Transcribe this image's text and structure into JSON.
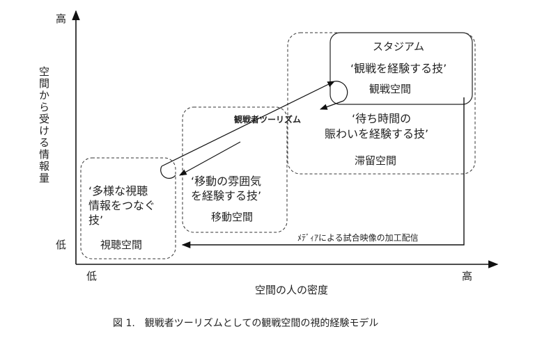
{
  "axes": {
    "y_high": "高",
    "y_low": "低",
    "y_label": "空間から受ける情報量",
    "x_low": "低",
    "x_high": "高",
    "x_label": "空間の人の密度"
  },
  "zones": {
    "viewing": {
      "skill_lines": [
        "‘多様な視聴",
        "情報をつなぐ",
        "技’"
      ],
      "space": "視聴空間"
    },
    "moving": {
      "skill_lines": [
        "‘移動の雰囲気",
        "を経験する技’"
      ],
      "space": "移動空間"
    },
    "staying": {
      "skill_lines": [
        "‘待ち時間の",
        "賑わいを経験する技’"
      ],
      "space": "滞留空間"
    },
    "stadium": {
      "title": "スタジアム",
      "skill": "‘観戦を経験する技’",
      "space": "観戦空間"
    }
  },
  "arrows": {
    "tourism": "観戦者ツーリズム",
    "media": "ﾒﾃﾞｨｱによる試合映像の加工配信"
  },
  "caption": "図 1.　観戦者ツーリズムとしての観戦空間の視的経験モデル"
}
